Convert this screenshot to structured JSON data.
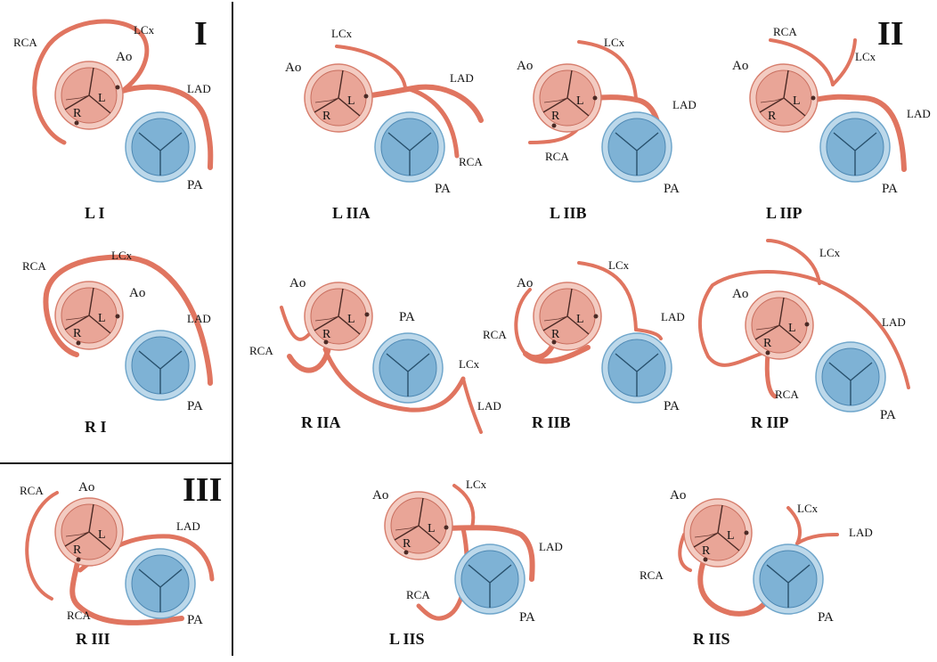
{
  "colors": {
    "artery": "#e07560",
    "aorta_fill": "#e9a597",
    "aorta_ring": "#f3cbc1",
    "pa_fill": "#7eb2d5",
    "pa_ring": "#bcd8ea",
    "divider": "#111111"
  },
  "groups": [
    {
      "id": "I",
      "numeral": "I"
    },
    {
      "id": "II",
      "numeral": "II"
    },
    {
      "id": "III",
      "numeral": "III"
    }
  ],
  "panels": [
    {
      "id": "LI",
      "caption": "L I",
      "labels": {
        "rca": "RCA",
        "lcx": "LCx",
        "ao": "Ao",
        "lad": "LAD",
        "pa": "PA",
        "cusp_l": "L",
        "cusp_r": "R"
      }
    },
    {
      "id": "RI",
      "caption": "R I",
      "labels": {
        "rca": "RCA",
        "lcx": "LCx",
        "ao": "Ao",
        "lad": "LAD",
        "pa": "PA",
        "cusp_l": "L",
        "cusp_r": "R"
      }
    },
    {
      "id": "RIII",
      "caption": "R III",
      "labels": {
        "rca": "RCA",
        "ao": "Ao",
        "lad": "LAD",
        "rca2": "RCA",
        "pa": "PA",
        "cusp_l": "L",
        "cusp_r": "R"
      }
    },
    {
      "id": "LIIA",
      "caption": "L IIA",
      "labels": {
        "lcx": "LCx",
        "ao": "Ao",
        "lad": "LAD",
        "rca": "RCA",
        "pa": "PA",
        "cusp_l": "L",
        "cusp_r": "R"
      }
    },
    {
      "id": "LIIB",
      "caption": "L IIB",
      "labels": {
        "lcx": "LCx",
        "ao": "Ao",
        "lad": "LAD",
        "rca": "RCA",
        "pa": "PA",
        "cusp_l": "L",
        "cusp_r": "R"
      }
    },
    {
      "id": "LIIP",
      "caption": "L IIP",
      "labels": {
        "rca": "RCA",
        "lcx": "LCx",
        "ao": "Ao",
        "lad": "LAD",
        "pa": "PA",
        "cusp_l": "L",
        "cusp_r": "R"
      }
    },
    {
      "id": "RIIA",
      "caption": "R IIA",
      "labels": {
        "ao": "Ao",
        "pa": "PA",
        "rca": "RCA",
        "lcx": "LCx",
        "lad": "LAD",
        "cusp_l": "L",
        "cusp_r": "R"
      }
    },
    {
      "id": "RIIB",
      "caption": "R IIB",
      "labels": {
        "lcx": "LCx",
        "ao": "Ao",
        "lad": "LAD",
        "rca": "RCA",
        "pa": "PA",
        "cusp_l": "L",
        "cusp_r": "R"
      }
    },
    {
      "id": "RIIP",
      "caption": "R IIP",
      "labels": {
        "lcx": "LCx",
        "ao": "Ao",
        "lad": "LAD",
        "rca": "RCA",
        "pa": "PA",
        "cusp_l": "L",
        "cusp_r": "R"
      }
    },
    {
      "id": "LIIS",
      "caption": "L IIS",
      "labels": {
        "ao": "Ao",
        "lcx": "LCx",
        "lad": "LAD",
        "rca": "RCA",
        "pa": "PA",
        "cusp_l": "L",
        "cusp_r": "R"
      }
    },
    {
      "id": "RIIS",
      "caption": "R IIS",
      "labels": {
        "ao": "Ao",
        "lcx": "LCx",
        "lad": "LAD",
        "rca": "RCA",
        "pa": "PA",
        "cusp_l": "L",
        "cusp_r": "R"
      }
    }
  ]
}
